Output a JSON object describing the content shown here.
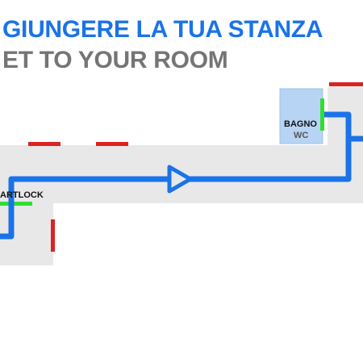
{
  "title": {
    "italian": "GIUNGERE LA TUA STANZA",
    "english": "ET TO YOUR ROOM"
  },
  "rooms": {
    "bagno": {
      "label": "BAGNO",
      "sublabel": "WC"
    },
    "smartlock": {
      "label": "ARTLOCK"
    }
  },
  "colors": {
    "title_primary": "#1a73e8",
    "title_secondary": "#757575",
    "path": "#1a73e8",
    "corridor": "#e8e8e8",
    "room_fill": "#b7d4f5",
    "door": "#33dd33",
    "wall_marker": "#dd2222"
  }
}
